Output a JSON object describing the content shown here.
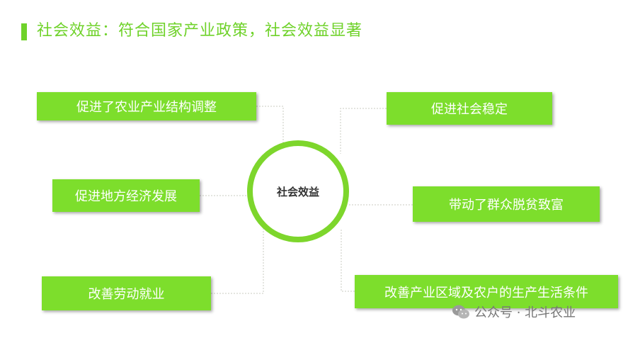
{
  "title": "社会效益：符合国家产业政策，社会效益显著",
  "center_label": "社会效益",
  "left_items": [
    "促进了农业产业结构调整",
    "促进地方经济发展",
    "改善劳动就业"
  ],
  "right_items": [
    "促进社会稳定",
    "带动了群众脱贫致富",
    "改善产业区域及农户的生产生活条件"
  ],
  "watermark": "公众号 · 北斗农业",
  "colors": {
    "accent": "#6fd22a",
    "box": "#7dde2c",
    "ring": "#7dd62c",
    "connector": "#c9cbc0"
  }
}
